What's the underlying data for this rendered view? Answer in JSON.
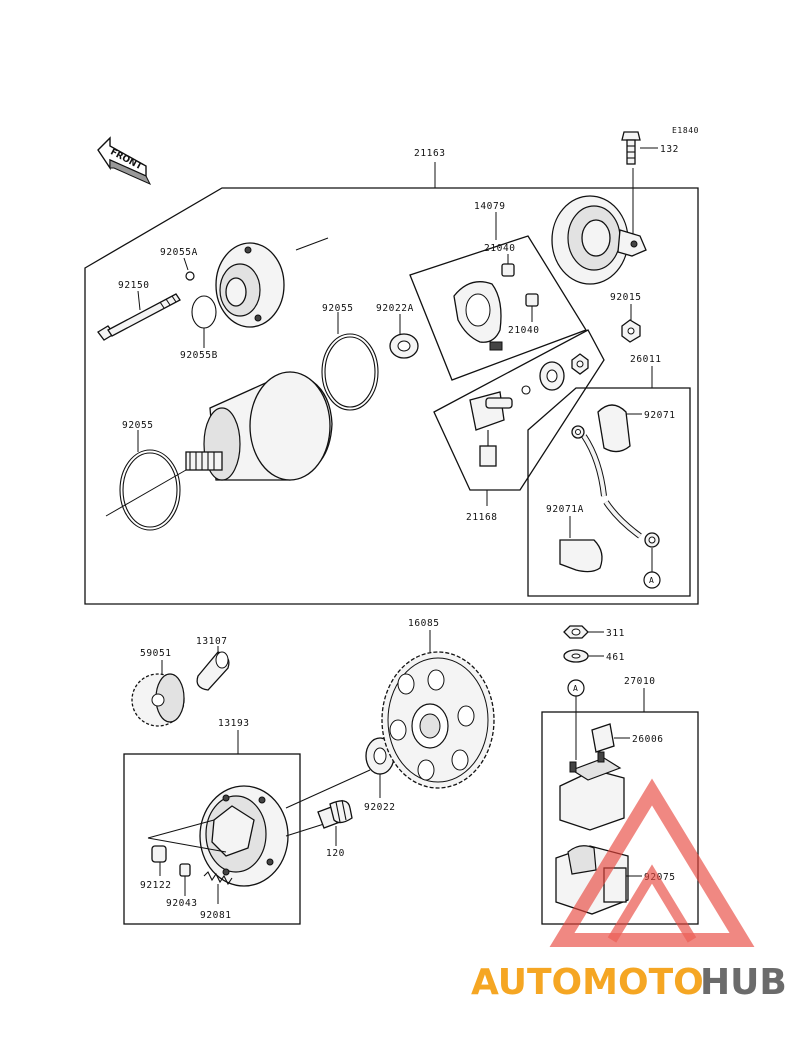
{
  "diagram_ref": "E1840",
  "direction_label": "FRONT",
  "circle_marker": "A",
  "parts": {
    "p132": "132",
    "p21163": "21163",
    "p14079": "14079",
    "p21040a": "21040",
    "p21040b": "21040",
    "p92055A": "92055A",
    "p92150": "92150",
    "p92055B": "92055B",
    "p92055a": "92055",
    "p92022A": "92022A",
    "p92015": "92015",
    "p26011": "26011",
    "p92071": "92071",
    "p92055b": "92055",
    "p21168": "21168",
    "p92071A": "92071A",
    "p16085": "16085",
    "p311": "311",
    "p461": "461",
    "p59051": "59051",
    "p13107": "13107",
    "p27010": "27010",
    "p13193": "13193",
    "p26006": "26006",
    "p92022": "92022",
    "p120": "120",
    "p92075": "92075",
    "p92122": "92122",
    "p92043": "92043",
    "p92081": "92081"
  },
  "watermark": {
    "part1": "AUTOMOTO",
    "part2": "HUB"
  },
  "colors": {
    "watermark_orange": "#f5a623",
    "watermark_red": "#e8453c",
    "watermark_gray": "#6b6b6b"
  }
}
